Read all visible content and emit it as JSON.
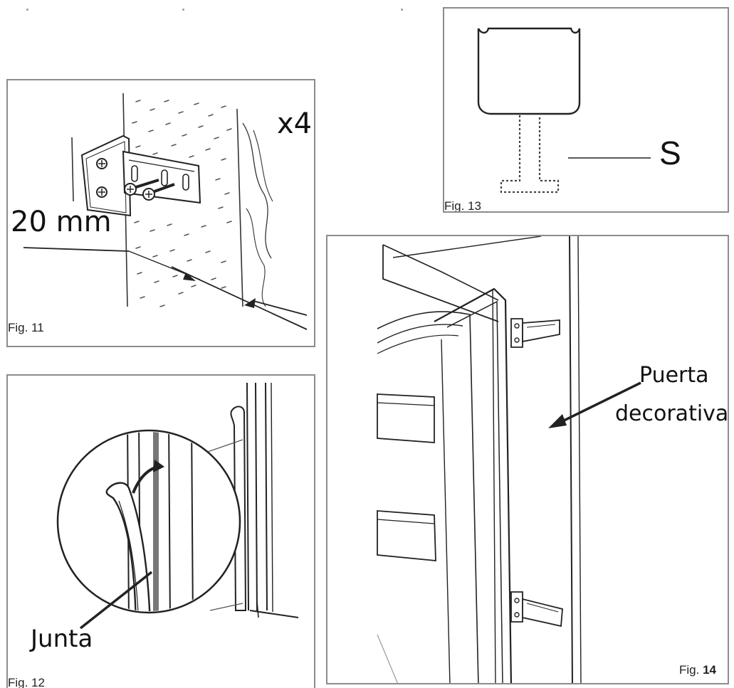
{
  "fig11": {
    "caption": "Fig. 11",
    "measure": "20 mm",
    "quantity": "x4"
  },
  "fig12": {
    "caption": "Fig. 12",
    "label": "Junta"
  },
  "fig13": {
    "caption": "Fig. 13",
    "label": "S"
  },
  "fig14": {
    "caption_prefix": "Fig. ",
    "caption_number": "14",
    "label_line1": "Puerta",
    "label_line2": "decorativa"
  }
}
